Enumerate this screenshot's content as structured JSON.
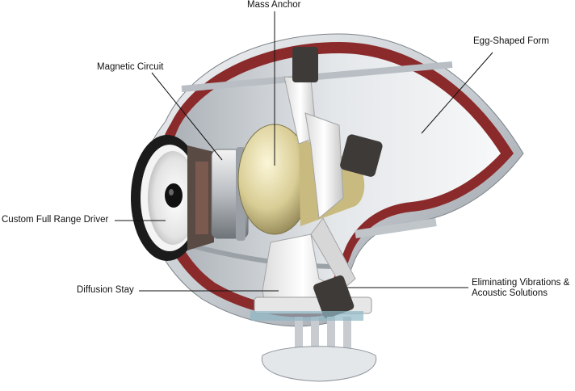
{
  "labels": {
    "mass_anchor": "Mass Anchor",
    "magnetic_circuit": "Magnetic Circuit",
    "egg_shaped_form": "Egg-Shaped Form",
    "custom_full_range_driver": "Custom Full Range Driver",
    "diffusion_stay": "Diffusion Stay",
    "eliminating_vibrations_line1": "Eliminating Vibrations &",
    "eliminating_vibrations_line2": "Acoustic Solutions"
  },
  "colors": {
    "shell_cut": "#8b2a2a",
    "shell_silver": "#d2d6da",
    "brass_anchor": "#d8cf9c",
    "felt_pad": "#3e3a38",
    "driver_cone": "#e9e9e9",
    "leader_line": "#111111"
  }
}
